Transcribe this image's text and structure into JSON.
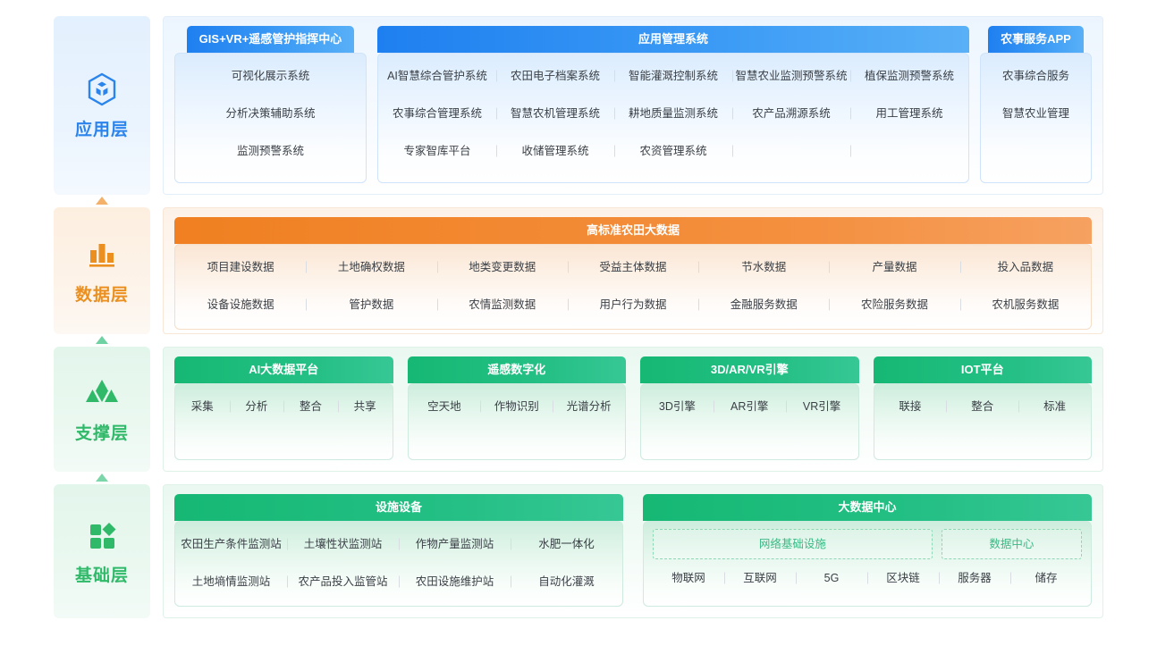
{
  "layers": [
    {
      "id": "application",
      "label": "应用层",
      "icon": "cube-icon",
      "color": "#2b84ec",
      "groups": [
        {
          "tab": "GIS+VR+遥感管护指挥中心",
          "rows": [
            [
              "可视化展示系统"
            ],
            [
              "分析决策辅助系统"
            ],
            [
              "监测预警系统"
            ]
          ]
        },
        {
          "tab": "应用管理系统",
          "rows": [
            [
              "AI智慧综合管护系统",
              "农田电子档案系统",
              "智能灌溉控制系统",
              "智慧农业监测预警系统",
              "植保监测预警系统"
            ],
            [
              "农事综合管理系统",
              "智慧农机管理系统",
              "耕地质量监测系统",
              "农产品溯源系统",
              "用工管理系统"
            ],
            [
              "专家智库平台",
              "收储管理系统",
              "农资管理系统",
              "",
              ""
            ]
          ]
        },
        {
          "tab": "农事服务APP",
          "rows": [
            [
              "农事综合服务"
            ],
            [
              "智慧农业管理"
            ],
            [
              ""
            ]
          ]
        }
      ]
    },
    {
      "id": "data",
      "label": "数据层",
      "icon": "bar-chart-icon",
      "color": "#eb9020",
      "groups": [
        {
          "tab": "高标准农田大数据",
          "rows": [
            [
              "项目建设数据",
              "土地确权数据",
              "地类变更数据",
              "受益主体数据",
              "节水数据",
              "产量数据",
              "投入品数据"
            ],
            [
              "设备设施数据",
              "管护数据",
              "农情监测数据",
              "用户行为数据",
              "金融服务数据",
              "农险服务数据",
              "农机服务数据"
            ]
          ]
        }
      ]
    },
    {
      "id": "support",
      "label": "支撑层",
      "icon": "mountain-icon",
      "color": "#2fb969",
      "groups": [
        {
          "tab": "AI大数据平台",
          "rows": [
            [
              "采集",
              "分析",
              "整合",
              "共享"
            ]
          ]
        },
        {
          "tab": "遥感数字化",
          "rows": [
            [
              "空天地",
              "作物识别",
              "光谱分析"
            ]
          ]
        },
        {
          "tab": "3D/AR/VR引擎",
          "rows": [
            [
              "3D引擎",
              "AR引擎",
              "VR引擎"
            ]
          ]
        },
        {
          "tab": "IOT平台",
          "rows": [
            [
              "联接",
              "整合",
              "标准"
            ]
          ]
        }
      ]
    },
    {
      "id": "base",
      "label": "基础层",
      "icon": "squares-diamond-icon",
      "color": "#2fb969",
      "groups": [
        {
          "tab": "设施设备",
          "rows": [
            [
              "农田生产条件监测站",
              "土壤性状监测站",
              "作物产量监测站",
              "水肥一体化"
            ],
            [
              "土地墒情监测站",
              "农产品投入监管站",
              "农田设施维护站",
              "自动化灌溉"
            ]
          ]
        },
        {
          "tab": "大数据中心",
          "subboxes": [
            "网络基础设施",
            "数据中心"
          ],
          "rows": [
            [
              "物联网",
              "互联网",
              "5G",
              "区块链",
              "服务器",
              "储存"
            ]
          ]
        }
      ]
    }
  ]
}
